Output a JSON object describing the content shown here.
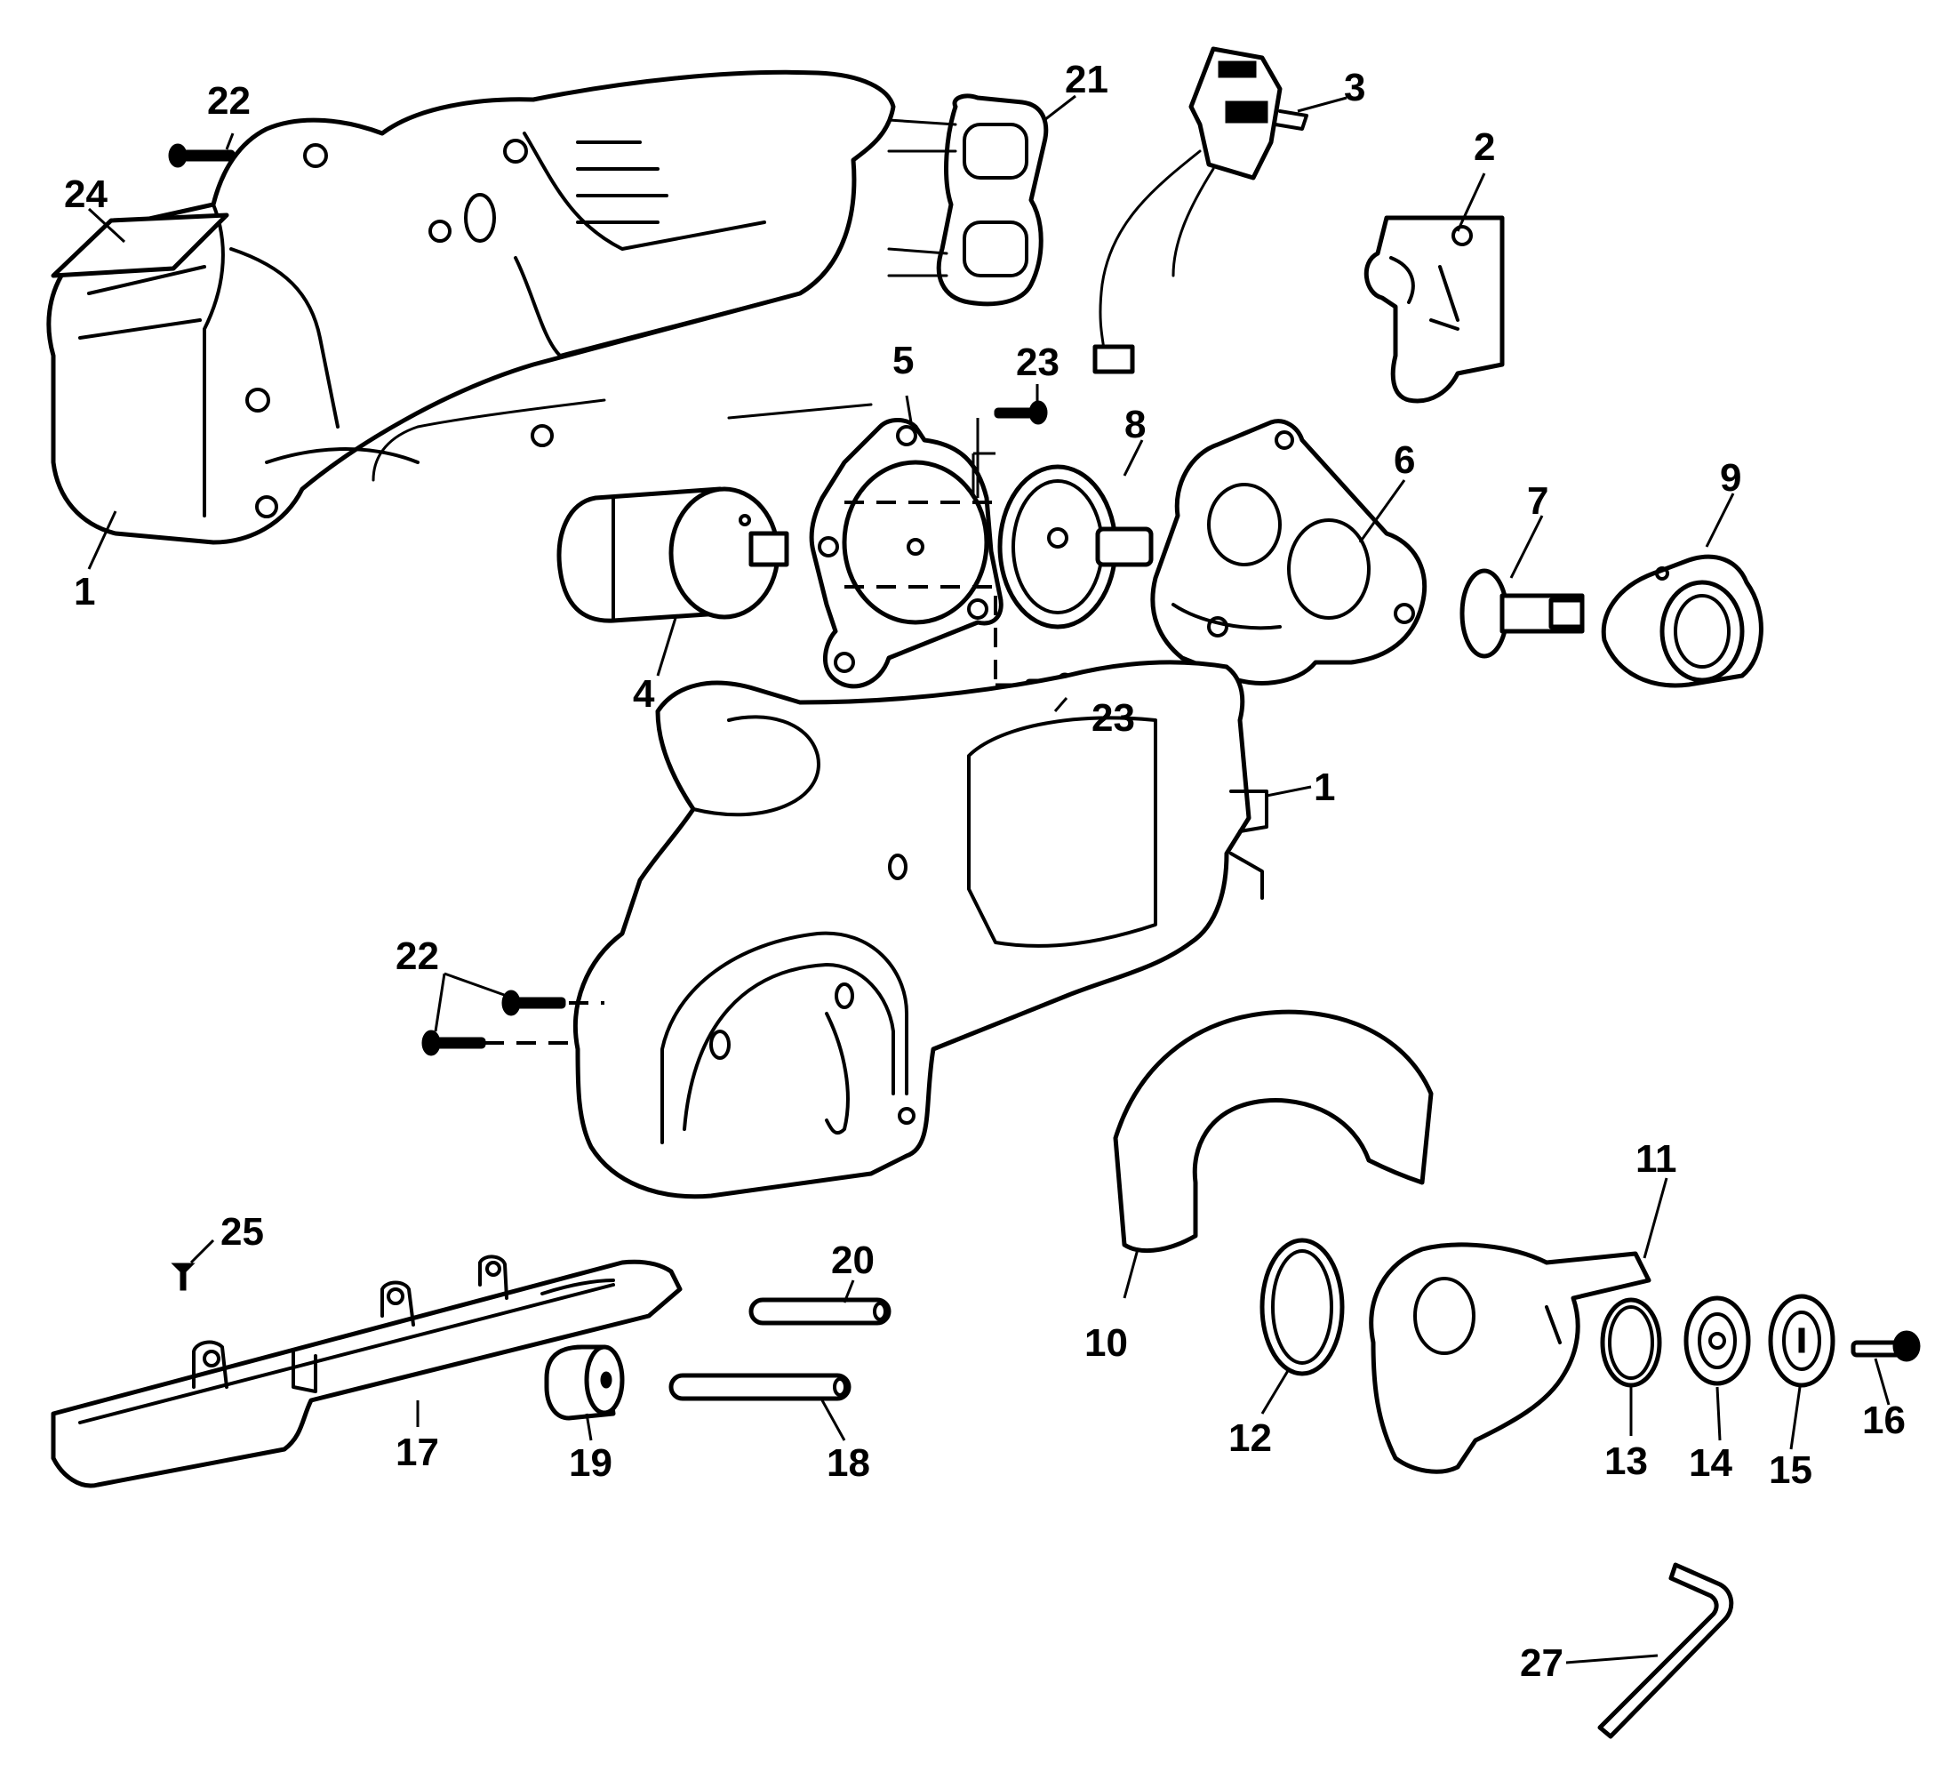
{
  "callouts": [
    {
      "id": "p1a",
      "label": "1"
    },
    {
      "id": "p1b",
      "label": "1"
    },
    {
      "id": "p2",
      "label": "2"
    },
    {
      "id": "p3",
      "label": "3"
    },
    {
      "id": "p4",
      "label": "4"
    },
    {
      "id": "p5",
      "label": "5"
    },
    {
      "id": "p6",
      "label": "6"
    },
    {
      "id": "p7",
      "label": "7"
    },
    {
      "id": "p8",
      "label": "8"
    },
    {
      "id": "p9",
      "label": "9"
    },
    {
      "id": "p10",
      "label": "10"
    },
    {
      "id": "p11",
      "label": "11"
    },
    {
      "id": "p12",
      "label": "12"
    },
    {
      "id": "p13",
      "label": "13"
    },
    {
      "id": "p14",
      "label": "14"
    },
    {
      "id": "p15",
      "label": "15"
    },
    {
      "id": "p16",
      "label": "16"
    },
    {
      "id": "p17",
      "label": "17"
    },
    {
      "id": "p18",
      "label": "18"
    },
    {
      "id": "p19",
      "label": "19"
    },
    {
      "id": "p20",
      "label": "20"
    },
    {
      "id": "p21",
      "label": "21"
    },
    {
      "id": "p22a",
      "label": "22"
    },
    {
      "id": "p22b",
      "label": "22"
    },
    {
      "id": "p23a",
      "label": "23"
    },
    {
      "id": "p23b",
      "label": "23"
    },
    {
      "id": "p24",
      "label": "24"
    },
    {
      "id": "p25",
      "label": "25"
    },
    {
      "id": "p27",
      "label": "27"
    }
  ]
}
